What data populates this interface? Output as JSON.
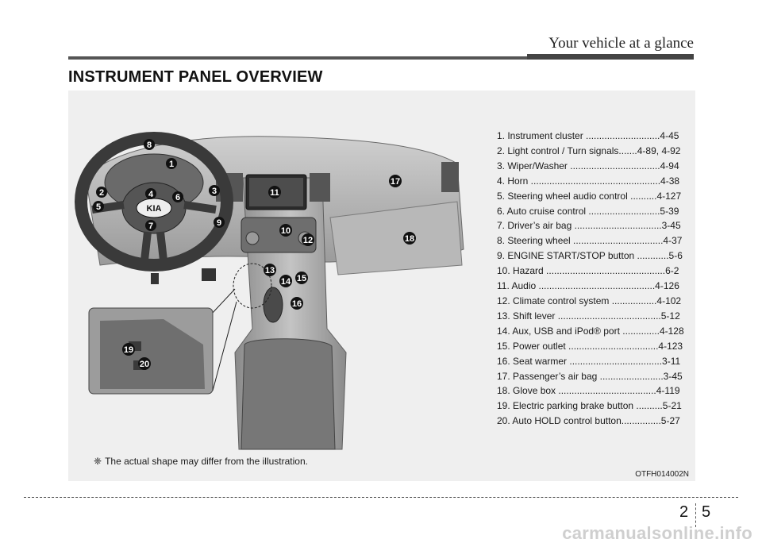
{
  "header": {
    "section_title": "Your vehicle at a glance"
  },
  "page_title": "INSTRUMENT PANEL OVERVIEW",
  "callout_labels": [
    "1",
    "2",
    "3",
    "4",
    "5",
    "6",
    "7",
    "8",
    "9",
    "10",
    "11",
    "12",
    "13",
    "14",
    "15",
    "16",
    "17",
    "18",
    "19",
    "20"
  ],
  "logo": "KIA",
  "items": [
    "1. Instrument cluster ............................4-45",
    "2. Light control / Turn signals.......4-89, 4-92",
    "3. Wiper/Washer ..................................4-94",
    "4. Horn .................................................4-38",
    "5. Steering wheel audio control ..........4-127",
    "6. Auto cruise control ...........................5-39",
    "7. Driver’s air bag .................................3-45",
    "8. Steering wheel ..................................4-37",
    "9. ENGINE START/STOP button ............5-6",
    "10. Hazard .............................................6-2",
    "11. Audio ............................................4-126",
    "12. Climate control system .................4-102",
    "13. Shift lever .......................................5-12",
    "14. Aux, USB and iPod® port ..............4-128",
    "15. Power outlet ..................................4-123",
    "16. Seat warmer ...................................3-11",
    "17. Passenger’s air bag ........................3-45",
    "18. Glove box .....................................4-119",
    "19. Electric parking brake button ..........5-21",
    "20. Auto HOLD control button...............5-27"
  ],
  "note": {
    "symbol": "❈",
    "text": "The actual shape may differ from the illustration."
  },
  "figure_code": "OTFH014002N",
  "footer": {
    "chapter": "2",
    "page": "5"
  },
  "watermark": "carmanualsonline.info",
  "colors": {
    "panel_bg": "#efefef",
    "callout_fill": "#111111",
    "text": "#1a1a1a"
  }
}
